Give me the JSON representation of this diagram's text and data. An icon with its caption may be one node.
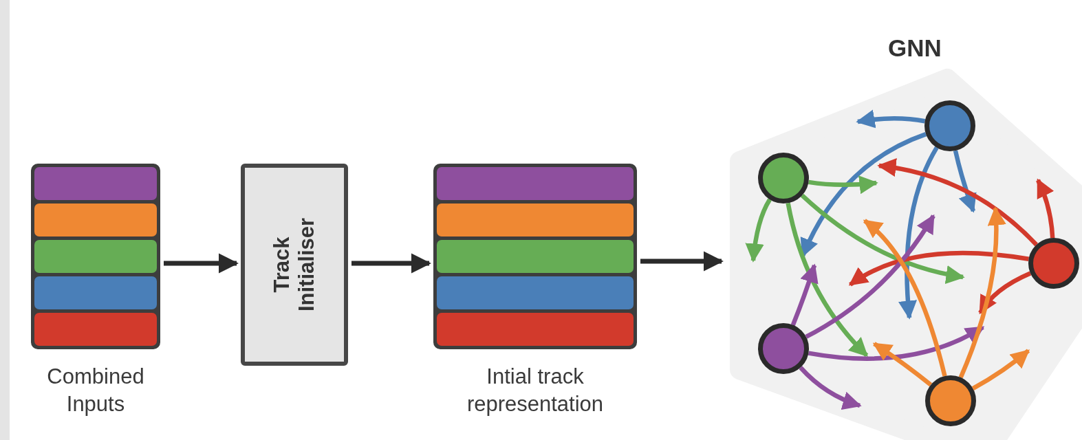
{
  "diagram": {
    "nodes": [
      {
        "text": [
          "Combined Inputs"
        ]
      },
      {
        "text": [
          "Track Initialiser"
        ]
      },
      {
        "text": [
          "Intial track representation"
        ]
      },
      {
        "text": [
          "GNN"
        ]
      },
      {
        "text": [],
        "shape": "circle",
        "in": 3
      },
      {
        "text": [],
        "shape": "circle",
        "in": 3
      },
      {
        "text": [],
        "shape": "circle",
        "in": 3
      },
      {
        "text": [],
        "shape": "circle",
        "in": 3
      },
      {
        "text": [],
        "shape": "circle",
        "in": 3
      }
    ],
    "edges": [
      {
        "from": 0,
        "to": 1,
        "arrow": "to",
        "color": "#2b2b2b"
      },
      {
        "from": 1,
        "to": 2,
        "arrow": "to",
        "color": "#2b2b2b"
      },
      {
        "from": 2,
        "to": 3,
        "arrow": "to",
        "color": "#2b2b2b"
      },
      {
        "from": 4,
        "to": null,
        "arrow": "to",
        "color": "#4a7fb8"
      },
      {
        "from": 4,
        "to": null,
        "arrow": "to",
        "color": "#4a7fb8"
      },
      {
        "from": 4,
        "to": null,
        "arrow": "to",
        "color": "#4a7fb8"
      },
      {
        "from": 4,
        "to": null,
        "arrow": "to",
        "color": "#4a7fb8"
      },
      {
        "from": 5,
        "to": null,
        "arrow": "to",
        "color": "#66ad55"
      },
      {
        "from": 5,
        "to": null,
        "arrow": "to",
        "color": "#66ad55"
      },
      {
        "from": 5,
        "to": null,
        "arrow": "to",
        "color": "#66ad55"
      },
      {
        "from": 5,
        "to": null,
        "arrow": "to",
        "color": "#66ad55"
      },
      {
        "from": 6,
        "to": null,
        "arrow": "to",
        "color": "#d23a2c"
      },
      {
        "from": 6,
        "to": null,
        "arrow": "to",
        "color": "#d23a2c"
      },
      {
        "from": 6,
        "to": null,
        "arrow": "to",
        "color": "#d23a2c"
      },
      {
        "from": 6,
        "to": null,
        "arrow": "to",
        "color": "#d23a2c"
      },
      {
        "from": 7,
        "to": null,
        "arrow": "to",
        "color": "#8e4f9e"
      },
      {
        "from": 7,
        "to": null,
        "arrow": "to",
        "color": "#8e4f9e"
      },
      {
        "from": 7,
        "to": null,
        "arrow": "to",
        "color": "#8e4f9e"
      },
      {
        "from": 7,
        "to": null,
        "arrow": "to",
        "color": "#8e4f9e"
      },
      {
        "from": 8,
        "to": null,
        "arrow": "to",
        "color": "#ef8833"
      },
      {
        "from": 8,
        "to": null,
        "arrow": "to",
        "color": "#ef8833"
      },
      {
        "from": 8,
        "to": null,
        "arrow": "to",
        "color": "#ef8833"
      },
      {
        "from": 8,
        "to": null,
        "arrow": "to",
        "color": "#ef8833"
      }
    ]
  }
}
